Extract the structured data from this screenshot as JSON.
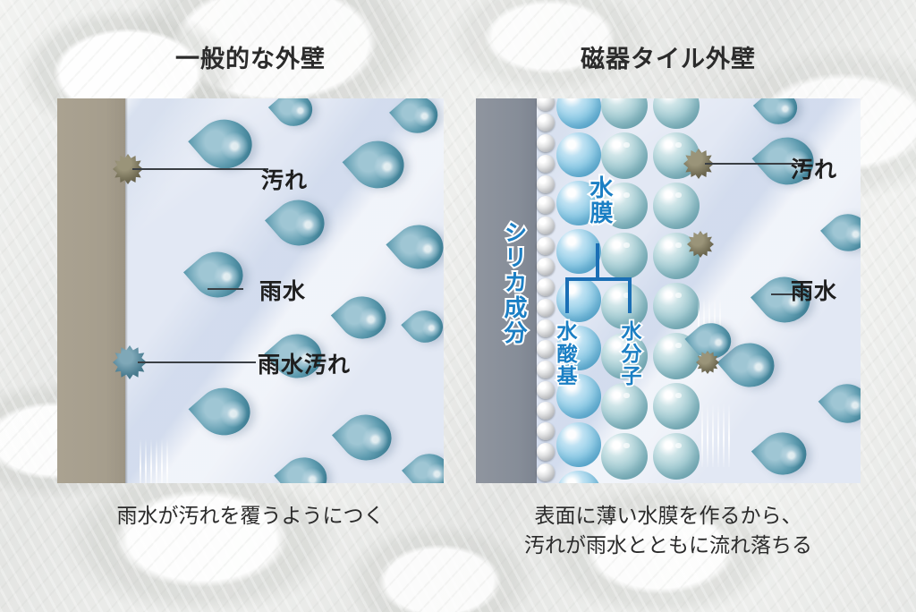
{
  "background": {
    "base_color": "#e9eae8",
    "texture": "marble-ripple"
  },
  "panels": {
    "left": {
      "title": "一般的な外壁",
      "wall_color": "#a69e8d",
      "field_color": "#e2e8f4",
      "callouts": [
        {
          "name": "dirt",
          "label": "汚れ"
        },
        {
          "name": "rainwater",
          "label": "雨水"
        },
        {
          "name": "rain-stain",
          "label": "雨水汚れ"
        }
      ],
      "caption": "雨水が汚れを覆うようにつく"
    },
    "right": {
      "title": "磁器タイル外壁",
      "wall_color": "#868d98",
      "field_color": "#e2e8f4",
      "callouts": [
        {
          "name": "dirt",
          "label": "汚れ"
        },
        {
          "name": "rainwater",
          "label": "雨水"
        }
      ],
      "molecule_labels": {
        "silica": "シリカ成分",
        "water_film": "水膜",
        "hydroxyl": "水酸基",
        "water_molecule": "水分子",
        "accent_color": "#1b7fc4"
      },
      "caption": "表面に薄い水膜を作るから、\n汚れが雨水とともに流れ落ちる"
    }
  }
}
